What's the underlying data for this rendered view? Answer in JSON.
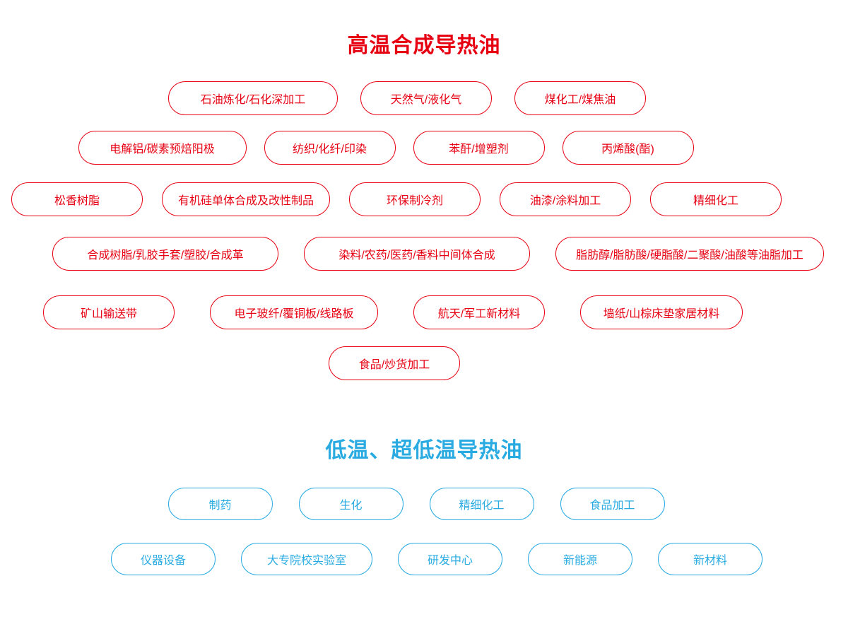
{
  "page": {
    "background_color": "#ffffff"
  },
  "sections": [
    {
      "title": "高温合成导热油",
      "accent_color": "#e60012",
      "rows": [
        [
          "石油炼化/石化深加工",
          "天然气/液化气",
          "煤化工/煤焦油"
        ],
        [
          "电解铝/碳素预焙阳极",
          "纺织/化纤/印染",
          "苯酐/增塑剂",
          "丙烯酸(酯)"
        ],
        [
          "松香树脂",
          "有机硅单体合成及改性制品",
          "环保制冷剂",
          "油漆/涂料加工",
          "精细化工"
        ],
        [
          "合成树脂/乳胶手套/塑胶/合成革",
          "染料/农药/医药/香料中间体合成",
          "脂肪醇/脂肪酸/硬脂酸/二聚酸/油酸等油脂加工"
        ],
        [
          "矿山输送带",
          "电子玻纤/覆铜板/线路板",
          "航天/军工新材料",
          "墙纸/山棕床垫家居材料"
        ],
        [
          "食品/炒货加工"
        ]
      ]
    },
    {
      "title": "低温、超低温导热油",
      "accent_color": "#29abe2",
      "rows": [
        [
          "制药",
          "生化",
          "精细化工",
          "食品加工"
        ],
        [
          "仪器设备",
          "大专院校实验室",
          "研发中心",
          "新能源",
          "新材料"
        ]
      ]
    }
  ]
}
